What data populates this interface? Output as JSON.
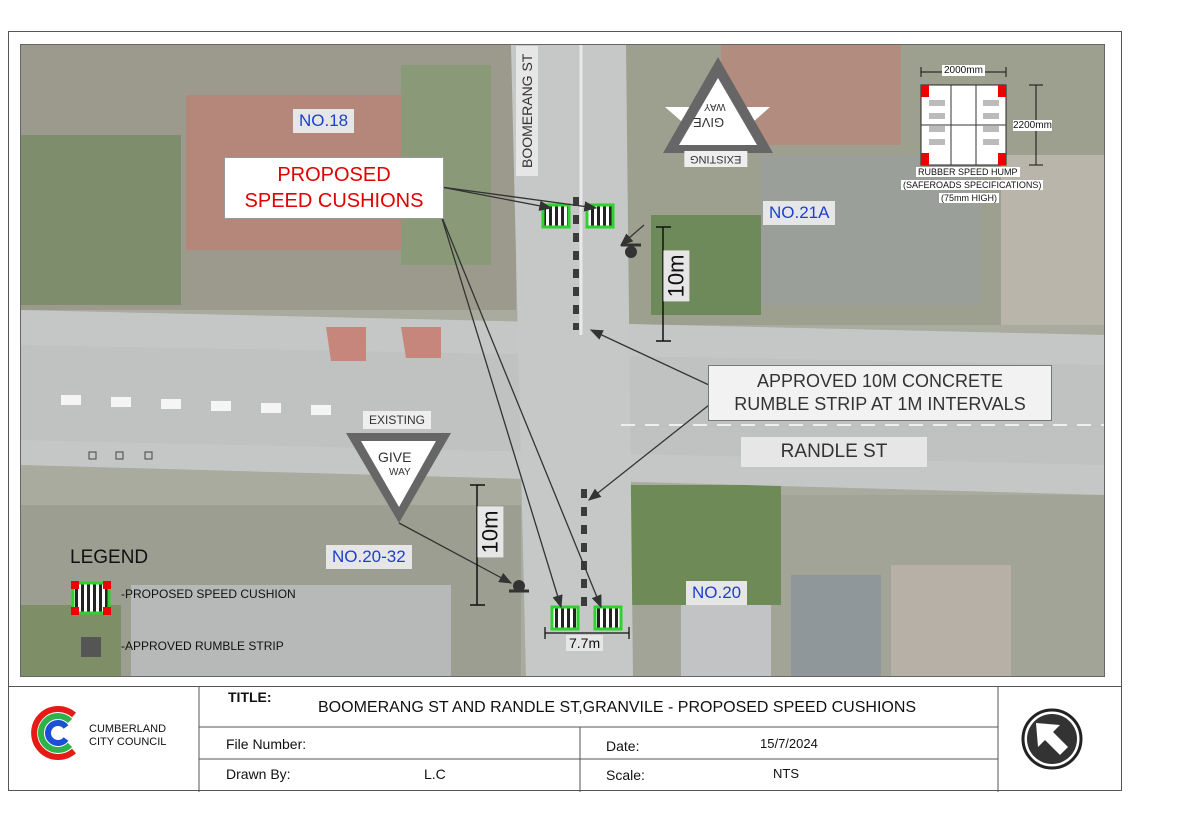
{
  "map": {
    "street_names": {
      "boomerang": "BOOMERANG ST",
      "randle": "RANDLE ST"
    },
    "house_labels": {
      "no18": "NO.18",
      "no21a": "NO.21A",
      "no2032": "NO.20-32",
      "no20": "NO.20"
    },
    "callouts": {
      "proposed_line1": "PROPOSED",
      "proposed_line2": "SPEED CUSHIONS",
      "approved_line1": "APPROVED 10M CONCRETE",
      "approved_line2": "RUMBLE STRIP AT 1M  INTERVALS"
    },
    "signs": {
      "existing_top": "EXISTING",
      "give_top": "GIVE",
      "way_top": "WAY",
      "existing_bottom": "EXISTING",
      "give_bottom": "GIVE",
      "way_bottom": "WAY"
    },
    "dimensions": {
      "top_10m": "10m",
      "bottom_10m": "10m",
      "width_77": "7.7m"
    },
    "hump_detail": {
      "width": "2000mm",
      "length": "2200mm",
      "caption1": "RUBBER SPEED HUMP",
      "caption2": "(SAFEROADS SPECIFICATIONS)",
      "caption3": "(75mm HIGH)"
    },
    "legend": {
      "title": "LEGEND",
      "cushion": "-PROPOSED SPEED CUSHION",
      "rumble": "-APPROVED RUMBLE STRIP"
    }
  },
  "title_block": {
    "council_line1": "CUMBERLAND",
    "council_line2": "CITY COUNCIL",
    "title_label": "TITLE:",
    "title_value": "BOOMERANG ST AND RANDLE ST,GRANVILE - PROPOSED SPEED CUSHIONS",
    "file_number_label": "File Number:",
    "file_number_value": "",
    "date_label": "Date:",
    "date_value": "15/7/2024",
    "drawn_by_label": "Drawn By:",
    "drawn_by_value": "L.C",
    "scale_label": "Scale:",
    "scale_value": "NTS"
  },
  "colors": {
    "red_callout": "#e00000",
    "house_label": "#1d3fd0",
    "cushion_green": "#2fd12f",
    "logo_red": "#e41b17",
    "logo_green": "#2db34a",
    "logo_blue": "#1c4fd8"
  }
}
